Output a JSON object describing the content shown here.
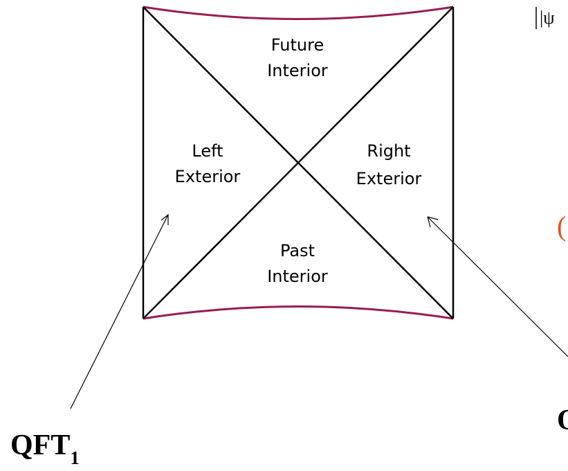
{
  "regions": {
    "future": [
      "Future",
      "Interior"
    ],
    "left": [
      "Left",
      "Exterior"
    ],
    "right": [
      "Right",
      "Exterior"
    ],
    "past": [
      "Past",
      "Interior"
    ]
  },
  "labels": {
    "qft1_main": "QFT",
    "qft1_sub": "1",
    "psi_fragment": "|ψ",
    "orange_fragment": "(",
    "right_bottom_fragment": "Q"
  },
  "colors": {
    "horizon_curve": "#9b1b4f",
    "orange_fragment": "#e0541a",
    "lines": "#000000"
  }
}
